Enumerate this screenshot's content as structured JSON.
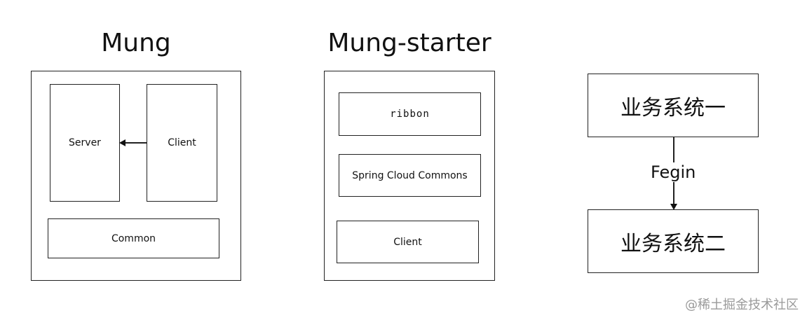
{
  "diagrams": {
    "mung": {
      "title": "Mung",
      "server": "Server",
      "client": "Client",
      "common": "Common"
    },
    "mung_starter": {
      "title": "Mung-starter",
      "ribbon": "ribbon",
      "spring_cloud_commons": "Spring Cloud Commons",
      "client": "Client"
    },
    "business": {
      "system_one": "业务系统一",
      "connector_label": "Fegin",
      "system_two": "业务系统二"
    }
  },
  "watermark": "@稀土掘金技术社区"
}
